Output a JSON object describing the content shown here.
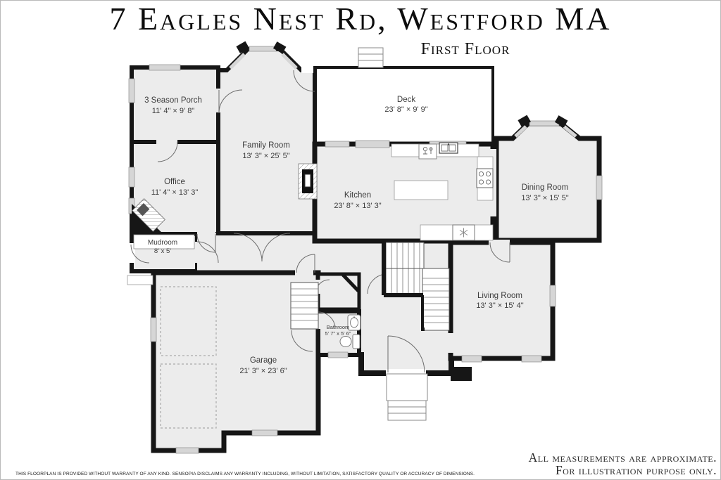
{
  "header": {
    "title": "7 Eagles Nest Rd, Westford MA",
    "subtitle": "First Floor"
  },
  "rooms": [
    {
      "name": "3 Season Porch",
      "dims": "11' 4\" × 9' 8\""
    },
    {
      "name": "Deck",
      "dims": "23' 8\" × 9' 9\""
    },
    {
      "name": "Family Room",
      "dims": "13' 3\" × 25' 5\""
    },
    {
      "name": "Office",
      "dims": "11' 4\" × 13' 3\""
    },
    {
      "name": "Kitchen",
      "dims": "23' 8\" × 13' 3\""
    },
    {
      "name": "Dining Room",
      "dims": "13' 3\" × 15' 5\""
    },
    {
      "name": "Mudroom",
      "dims": "8' x 5'"
    },
    {
      "name": "Living Room",
      "dims": "13' 3\" × 15' 4\""
    },
    {
      "name": "Bathroom",
      "dims": "5' 7\" x 5' 6\""
    },
    {
      "name": "Garage",
      "dims": "21' 3\" × 23' 6\""
    }
  ],
  "footer": {
    "disclaimer": "THIS FLOORPLAN IS PROVIDED WITHOUT WARRANTY OF ANY KIND. SENSOPIA DISCLAIMS ANY WARRANTY INCLUDING, WITHOUT LIMITATION, SATISFACTORY QUALITY OR ACCURACY OF DIMENSIONS.",
    "note_line1": "All measurements are approximate.",
    "note_line2": "For illustration purpose only."
  },
  "colors": {
    "wall": "#161616",
    "floor": "#ececec",
    "deck": "#ffffff",
    "window": "#d6d6d6"
  }
}
